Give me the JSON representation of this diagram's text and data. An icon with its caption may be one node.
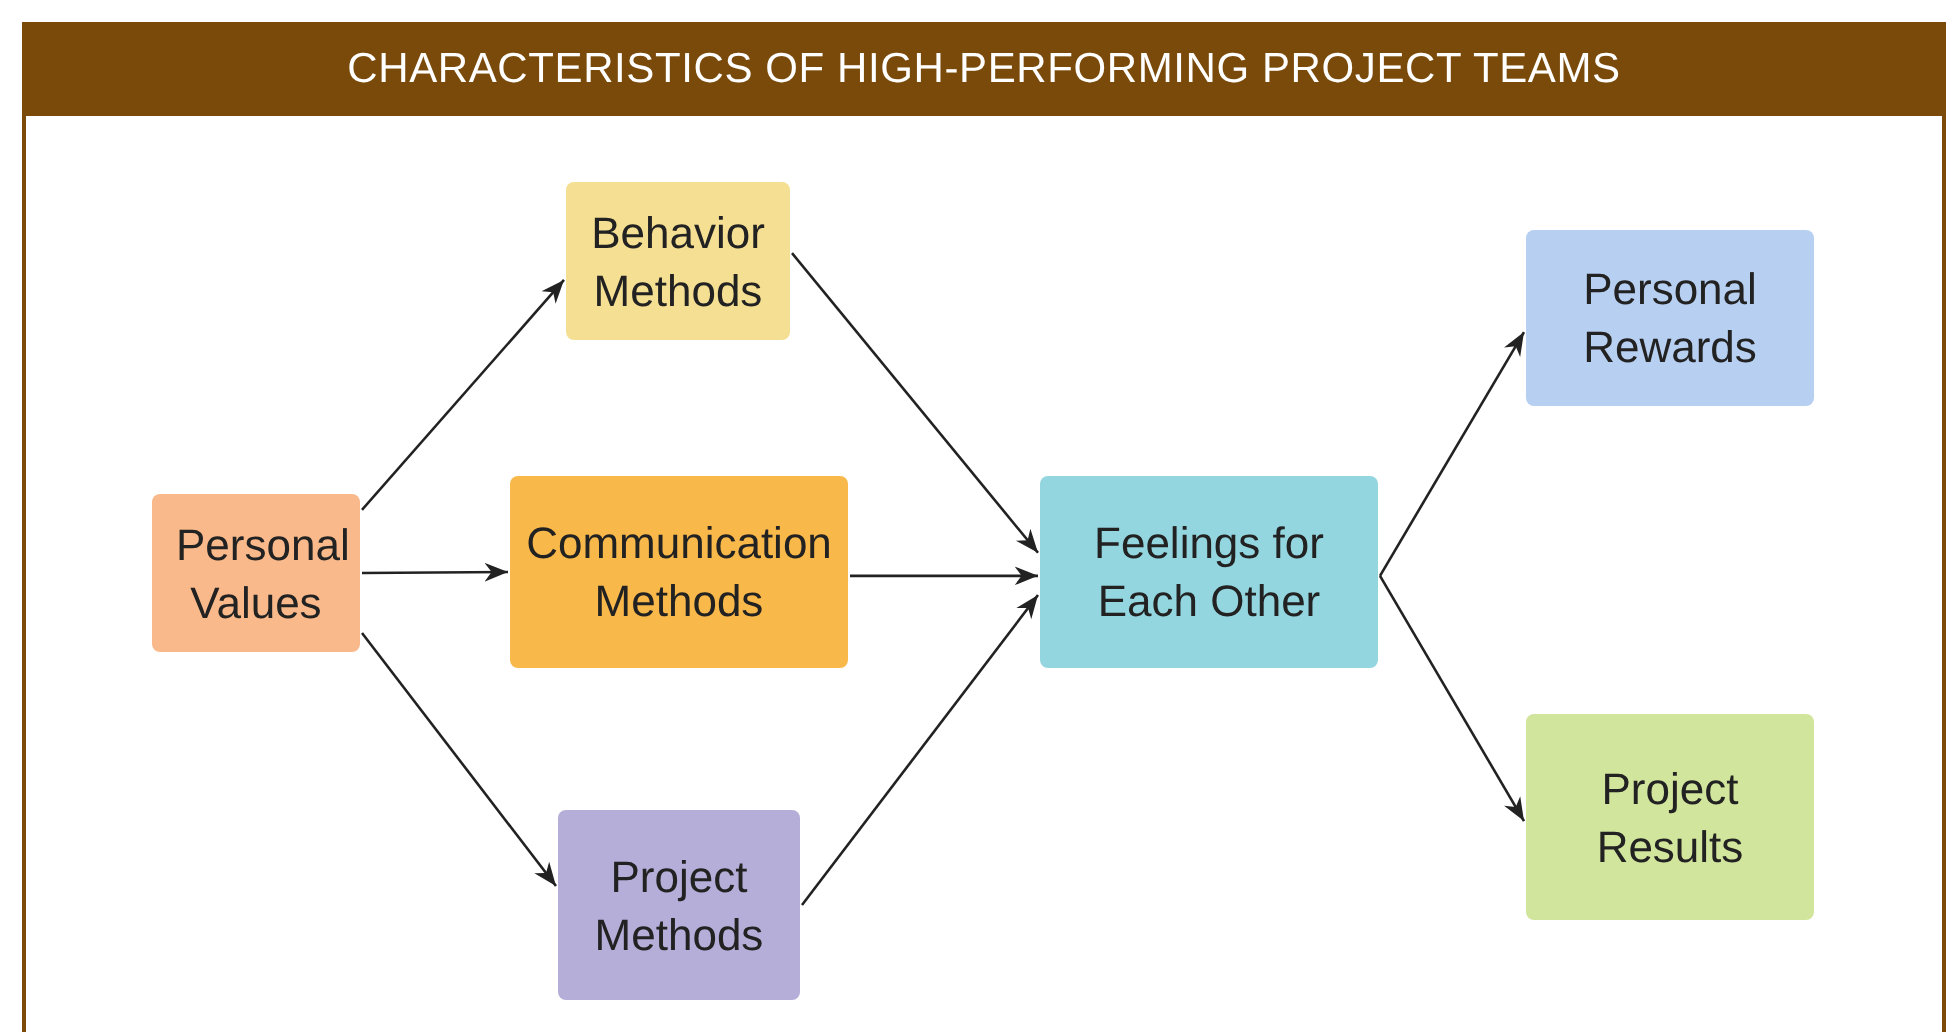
{
  "diagram": {
    "title": "CHARACTERISTICS OF HIGH-PERFORMING PROJECT TEAMS",
    "nodes": [
      {
        "text": [
          "Personal Values"
        ]
      },
      {
        "text": [
          "Behavior Methods"
        ]
      },
      {
        "text": [
          "Communication Methods"
        ]
      },
      {
        "text": [
          "Project Methods"
        ]
      },
      {
        "text": [
          "Feelings for Each Other"
        ]
      },
      {
        "text": [
          "Personal Rewards"
        ]
      },
      {
        "text": [
          "Project Results"
        ]
      }
    ],
    "edges": [
      {
        "from": 0,
        "to": 1,
        "arrow": "to"
      },
      {
        "from": 0,
        "to": 2,
        "arrow": "to"
      },
      {
        "from": 0,
        "to": 3,
        "arrow": "to"
      },
      {
        "from": 1,
        "to": 4,
        "arrow": "to"
      },
      {
        "from": 2,
        "to": 4,
        "arrow": "to"
      },
      {
        "from": 3,
        "to": 4,
        "arrow": "to"
      },
      {
        "from": 4,
        "to": 5,
        "arrow": "to"
      },
      {
        "from": 4,
        "to": 6,
        "arrow": "to"
      }
    ]
  }
}
